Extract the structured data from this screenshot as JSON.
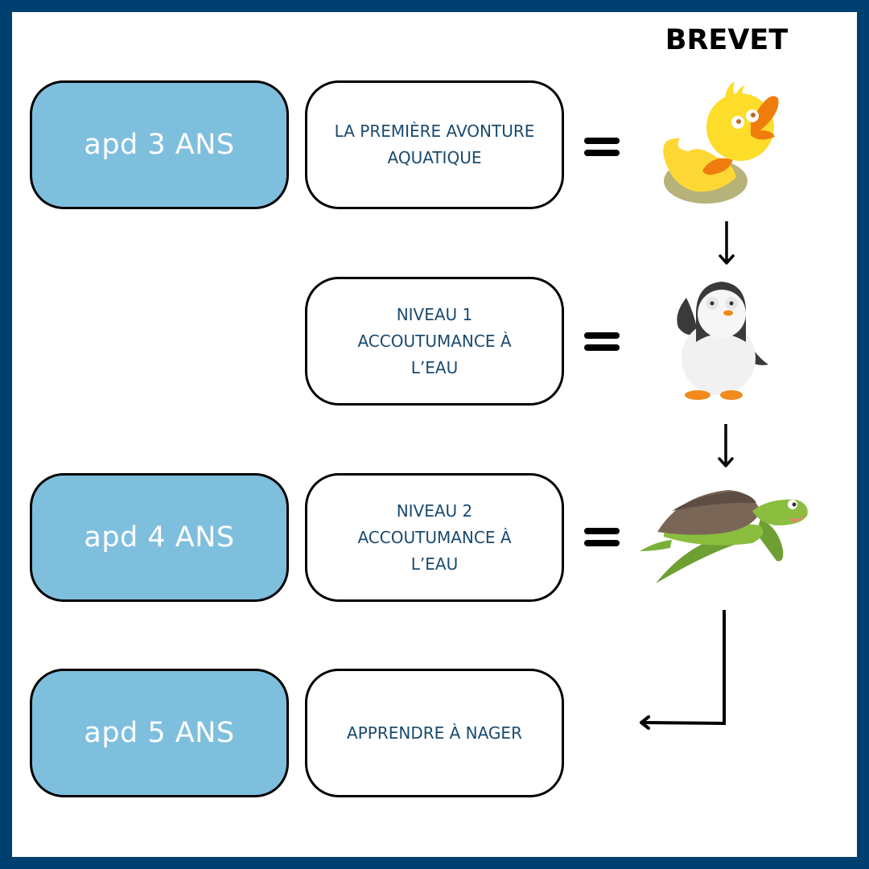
{
  "header": {
    "title": "BREVET"
  },
  "colors": {
    "frame": "#004070",
    "age_fill": "#7fbfde",
    "level_text": "#1a4a6e"
  },
  "rows": [
    {
      "age": "apd 3 ANS",
      "level": "LA PREMIÈRE AVONTURE\nAQUATIQUE",
      "equals": "=",
      "badge": "duck-icon"
    },
    {
      "age": "",
      "level": "NIVEAU 1\nACCOUTUMANCE À\nL’EAU",
      "equals": "=",
      "badge": "penguin-icon"
    },
    {
      "age": "apd 4 ANS",
      "level": "NIVEAU 2\nACCOUTUMANCE À\nL’EAU",
      "equals": "=",
      "badge": "turtle-icon"
    },
    {
      "age": "apd 5 ANS",
      "level": "APPRENDRE À NAGER",
      "equals": "",
      "badge": ""
    }
  ],
  "arrows": [
    "down-arrow",
    "down-arrow",
    "elbow-arrow"
  ]
}
